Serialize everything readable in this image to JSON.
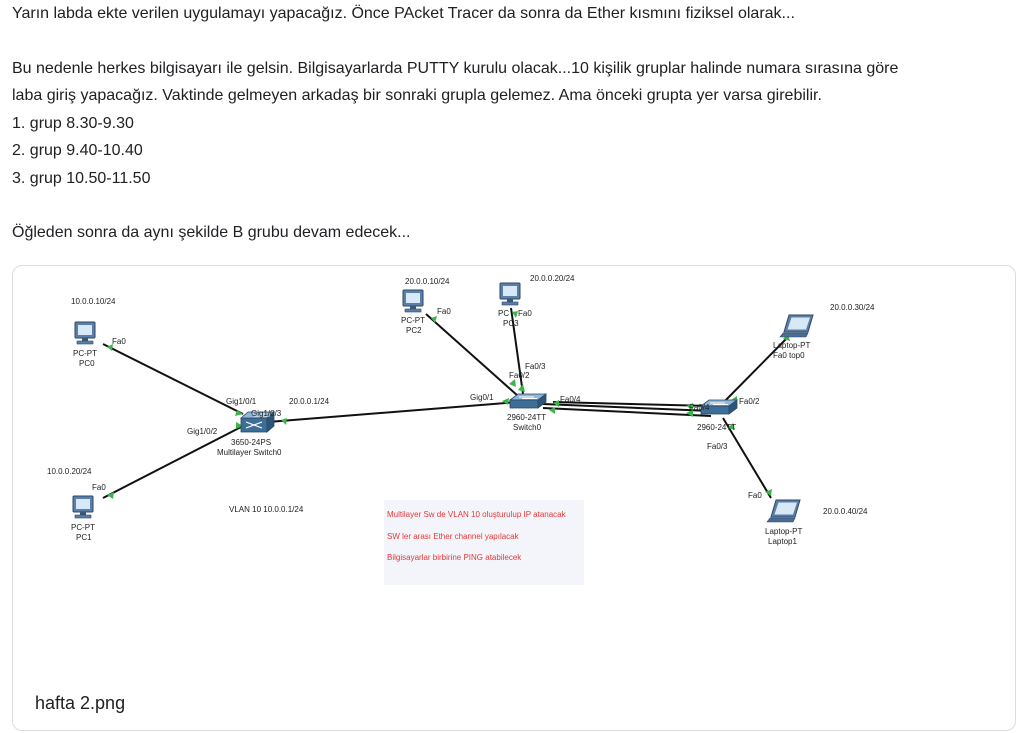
{
  "post": {
    "line1": "Yarın labda ekte verilen uygulamayı yapacağız. Önce PAcket Tracer da sonra da Ether kısmını fiziksel olarak...",
    "line2": "Bu nedenle herkes bilgisayarı ile gelsin. Bilgisayarlarda PUTTY kurulu olacak...10 kişilik gruplar halinde numara sırasına göre",
    "line3": "laba giriş yapacağız. Vaktinde gelmeyen arkadaş bir sonraki grupla gelemez. Ama önceki grupta yer varsa girebilir.",
    "group1": "1. grup 8.30-9.30",
    "group2": "2. grup 9.40-10.40",
    "group3": "3. grup 10.50-11.50",
    "line4": "Öğleden sonra da aynı şekilde B grubu devam edecek..."
  },
  "attachment": {
    "filename": "hafta 2.png"
  },
  "diagram": {
    "pc0": {
      "type": "PC-PT",
      "name": "PC0",
      "ip": "10.0.0.10/24",
      "port": "Fa0"
    },
    "pc1": {
      "type": "PC-PT",
      "name": "PC1",
      "ip": "10.0.0.20/24",
      "port": "Fa0"
    },
    "pc2": {
      "type": "PC-PT",
      "name": "PC2",
      "ip": "20.0.0.10/24",
      "port": "Fa0"
    },
    "pc3": {
      "type": "PC",
      "name": "PC3",
      "ip": "20.0.0.20/24",
      "port": "Fa0"
    },
    "laptop0": {
      "type": "Laptop-PT",
      "name": "top0",
      "ip": "20.0.0.30/24",
      "port": "Fa0"
    },
    "laptop1": {
      "type": "Laptop-PT",
      "name": "Laptop1",
      "ip": "20.0.0.40/24",
      "port": "Fa0"
    },
    "mlswitch": {
      "model": "3650-24PS",
      "name": "Multilayer Switch0",
      "ports": [
        "Gig1/0/1",
        "Gig1/0/3",
        "Gig1/0/2"
      ],
      "ip": "20.0.0.1/24",
      "vlan": "VLAN 10 10.0.0.1/24"
    },
    "switch0": {
      "model": "2960-24TT",
      "name": "Switch0",
      "ports": [
        "Gig0/1",
        "Fa0/2",
        "Fa0/3",
        "Fa0/4"
      ]
    },
    "switch1": {
      "model": "2960-24TT",
      "ports": [
        "Fa0/4",
        "Fa0/2",
        "Fa0/3"
      ]
    },
    "notes": [
      "Multilayer Sw de VLAN 10 oluşturulup IP atanacak",
      "SW ler arası Ether channel yapılacak",
      "Bilgisayarlar birbirine PING atabilecek"
    ],
    "colors": {
      "link": "#111111",
      "port_light": "#3bb54a",
      "note_text": "#e53935",
      "note_bg": "#f4f5fb"
    }
  }
}
